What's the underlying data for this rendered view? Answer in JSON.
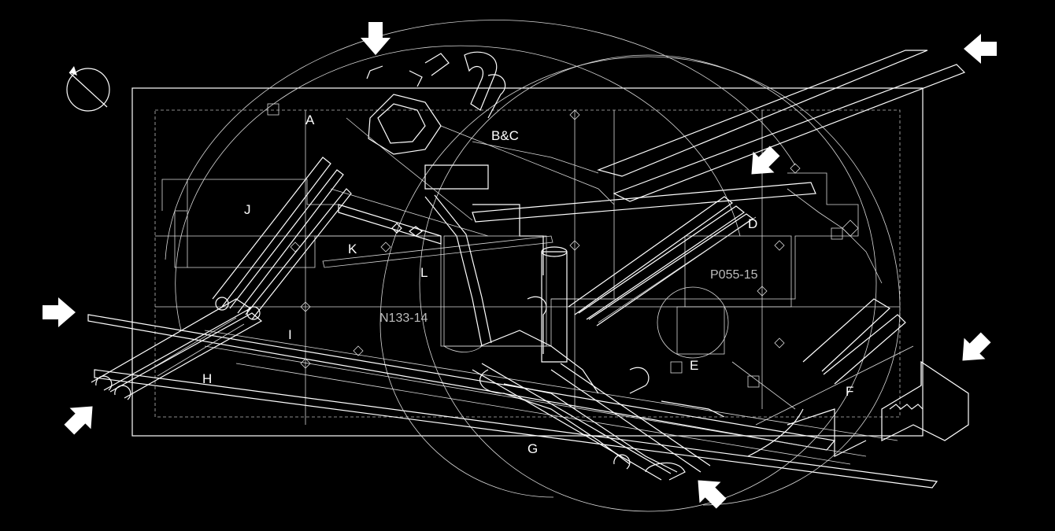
{
  "labels": {
    "A": "A",
    "BC": "B&C",
    "D": "D",
    "E": "E",
    "F": "F",
    "G": "G",
    "H": "H",
    "I": "I",
    "J": "J",
    "K": "K",
    "L": "L"
  },
  "codes": {
    "n133": "N133-14",
    "p055": "P055-15"
  },
  "colors": {
    "background": "#000000",
    "linework": "#ffffff",
    "code_text": "#bdbdbd"
  },
  "icons": {
    "north_symbol": "north-arrow-icon",
    "entry_arrows": "entry-arrow-icon"
  }
}
